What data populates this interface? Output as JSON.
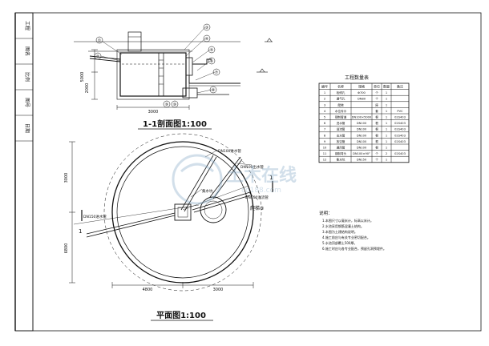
{
  "section_view": {
    "title": "1-1剖面图1:100",
    "callout_numbers": [
      "①",
      "②",
      "③",
      "④",
      "⑤",
      "⑥",
      "⑦",
      "⑧",
      "⑨",
      "⑩",
      "⑪",
      "⑫"
    ],
    "dims": [
      "3000",
      "2000",
      "5000"
    ]
  },
  "plan_view": {
    "title": "平面图1:100",
    "section_marks": [
      "1",
      "1"
    ],
    "labels": {
      "pipe_a": "DN100进水管",
      "pipe_b": "DN100出水管",
      "center_well": "集水坑",
      "hatch": "爬梯③",
      "pipe_c": "DN100溢流管",
      "pipe_d": "DN150进水管"
    },
    "dims": [
      "4800",
      "3000",
      "3000",
      "6800"
    ]
  },
  "left_strip": {
    "cells": [
      "工程",
      "图名",
      "比例",
      "图号",
      "日期"
    ]
  },
  "materials_table": {
    "title": "工程数量表",
    "headers": [
      "编号",
      "名称",
      "规格",
      "单位",
      "数量",
      "备注"
    ],
    "rows": [
      [
        "1",
        "检修孔",
        "Φ700",
        "个",
        "1",
        ""
      ],
      [
        "2",
        "通气孔",
        "DN80",
        "个",
        "1",
        ""
      ],
      [
        "3",
        "爬梯",
        "",
        "座",
        "1",
        ""
      ],
      [
        "4",
        "水位传示",
        "",
        "套",
        "1",
        "PVC"
      ],
      [
        "5",
        "钢制管道",
        "DN100×5000",
        "根",
        "1",
        "02S403"
      ],
      [
        "6",
        "进水管",
        "DN100",
        "根",
        "1",
        "02S403"
      ],
      [
        "7",
        "溢流管",
        "DN100",
        "根",
        "1",
        "02S403"
      ],
      [
        "8",
        "出水管",
        "DN100",
        "根",
        "1",
        "02S403"
      ],
      [
        "9",
        "放空管",
        "DN100",
        "根",
        "1",
        "02S403"
      ],
      [
        "10",
        "通风管",
        "DN100",
        "根",
        "1",
        ""
      ],
      [
        "11",
        "钢制弯头",
        "DN100×90°",
        "个",
        "2",
        "02S403"
      ],
      [
        "12",
        "集水坑",
        "DN150",
        "个",
        "1",
        ""
      ]
    ]
  },
  "notes": {
    "title": "说明：",
    "lines": [
      "1.本图尺寸以毫米计，标高以米计。",
      "2.水池采用钢筋混凝土结构。",
      "3.本图为土建结构说明。",
      "4.施工前应与有关专业密切配合。",
      "5.水池顶部覆土500厚。",
      "6.施工时应与各专业配合，预留孔洞预埋件。"
    ]
  },
  "watermark": {
    "brand": "土木在线",
    "url": "co188.com"
  }
}
